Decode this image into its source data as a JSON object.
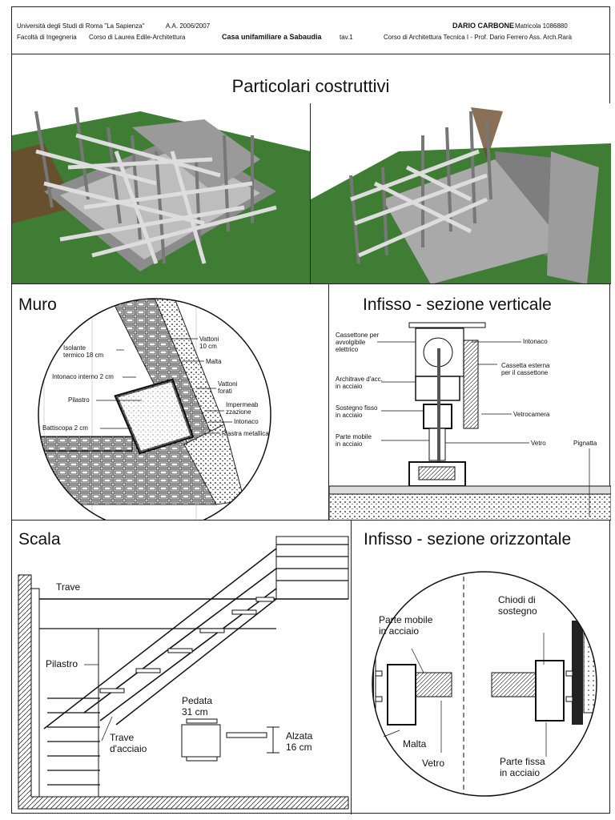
{
  "header": {
    "university": "Università degli Studi di Roma \"La Sapienza\"",
    "faculty": "Facoltà di Ingegneria",
    "academic_year": "A.A. 2006/2007",
    "course_degree": "Corso di Laurea Edile-Architettura",
    "project": "Casa unifamiliare a Sabaudia",
    "sheet": "tav.1",
    "author": "DARIO CARBONE",
    "matricola": "Matricola 1086880",
    "course": "Corso di Architettura Tecnica I - Prof. Dario Ferrero Ass. Arch.Rarà"
  },
  "title": "Particolari costruttivi",
  "sections": {
    "muro": {
      "title": "Muro",
      "labels": {
        "vattoni_top": "Vattoni\n10 cm",
        "isolante": "Isolante\ntermico 18 cm",
        "malta": "Malta",
        "intonaco_int": "Intonaco interno 2 cm",
        "vattoni_mid": "Vattoni\nforati",
        "pilastro": "Pilastro",
        "impermeab": "Impermeab\nzzazione",
        "intonaco": "Intonaco",
        "battiscopa": "Battiscopa 2 cm",
        "piastra": "Piastra metallica"
      }
    },
    "infisso_v": {
      "title": "Infisso - sezione verticale",
      "labels": {
        "cassettone": "Cassettone per\navvolgibile\nelettrico",
        "intonaco": "Intonaco",
        "architrave": "Architrave d'acc.\nin acciaio",
        "cassetta": "Cassetta esterna\nper il cassettone",
        "sostegno": "Sostegno fisso\nin acciaio",
        "vetro_cam": "Vetrocamera",
        "parte_mobile": "Parte mobile\nin acciaio",
        "vetro": "Vetro",
        "pignatta": "Pignatta"
      }
    },
    "scala": {
      "title": "Scala",
      "labels": {
        "trave": "Trave",
        "pilastro": "Pilastro",
        "trave_acciaio": "Trave\nd'acciaio",
        "pedata": "Pedata\n31 cm",
        "alzata": "Alzata\n16 cm"
      }
    },
    "infisso_o": {
      "title": "Infisso - sezione orizzontale",
      "labels": {
        "parte_mobile": "Parte mobile\nin acciaio",
        "chiodi": "Chiodi di\nsostegno",
        "malta": "Malta",
        "vetro": "Vetro",
        "parte_fissa": "Parte fissa\nin acciaio"
      }
    }
  }
}
